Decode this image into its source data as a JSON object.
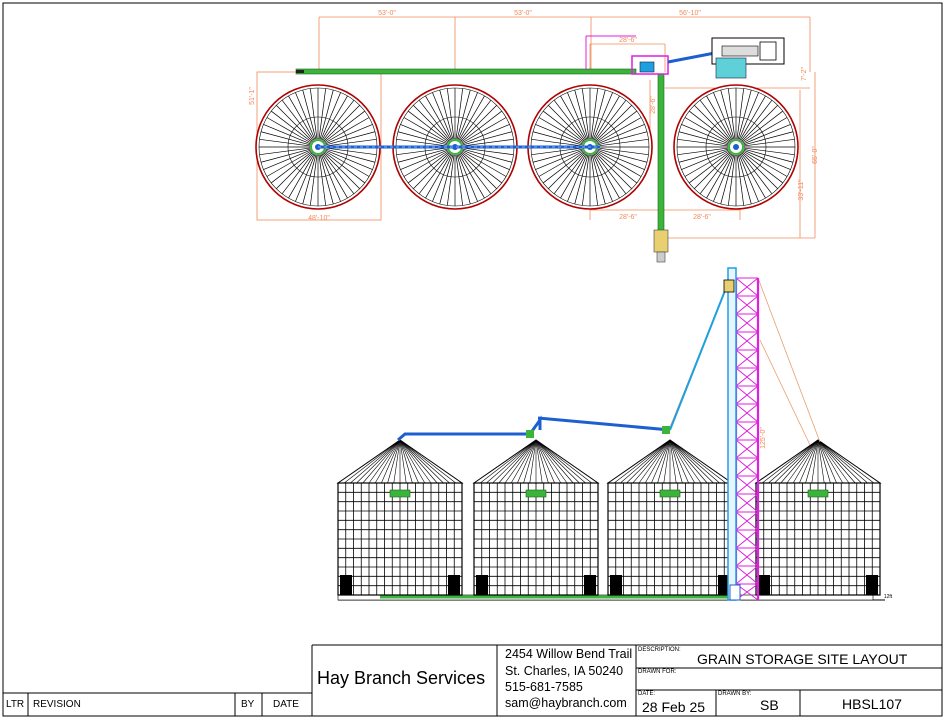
{
  "plan": {
    "dims_top": [
      "53'-0\"",
      "53'-0\"",
      "56'-10\""
    ],
    "dim_left": "51'-1\"",
    "dim_bin_diameter": "48'-10\"",
    "dim_spout": "28'-6\"",
    "dim_leg_gap": "28'-6\"",
    "dim_bottom_a": "28'-6\"",
    "dim_bottom_b": "28'-6\"",
    "dim_right_a": "65'-0\"",
    "dim_right_b": "33'-11\"",
    "dim_right_top": "7'-2\""
  },
  "elevation": {
    "tower_height": "125'-0\"",
    "scale_note": "12ft"
  },
  "colors": {
    "bin_outline": "#b00000",
    "bin_spokes": "#000000",
    "conveyor_blue": "#1e5fd0",
    "conveyor_green": "#3ab53a",
    "tower_magenta": "#e01fe0",
    "tower_cyan": "#1ea0e0",
    "dimension_orange": "#f08a5a",
    "cable_orange": "#e8a070",
    "equipment_yellow": "#e8d070"
  },
  "title_block": {
    "company": "Hay Branch Services",
    "address1": "2454 Willow Bend Trail",
    "address2": "St. Charles, IA 50240",
    "phone": "515-681-7585",
    "email": "sam@haybranch.com",
    "description_label": "DESCRIPTION:",
    "description": "GRAIN STORAGE SITE LAYOUT",
    "drawn_for_label": "DRAWN FOR:",
    "drawn_for": "",
    "date_label": "DATE:",
    "date": "28 Feb 25",
    "drawn_by_label": "DRAWN BY:",
    "drawn_by": "SB",
    "drawing_number": "HBSL107"
  },
  "revision_table": {
    "ltr_header": "LTR",
    "revision_header": "REVISION",
    "by_header": "BY",
    "date_header": "DATE"
  }
}
